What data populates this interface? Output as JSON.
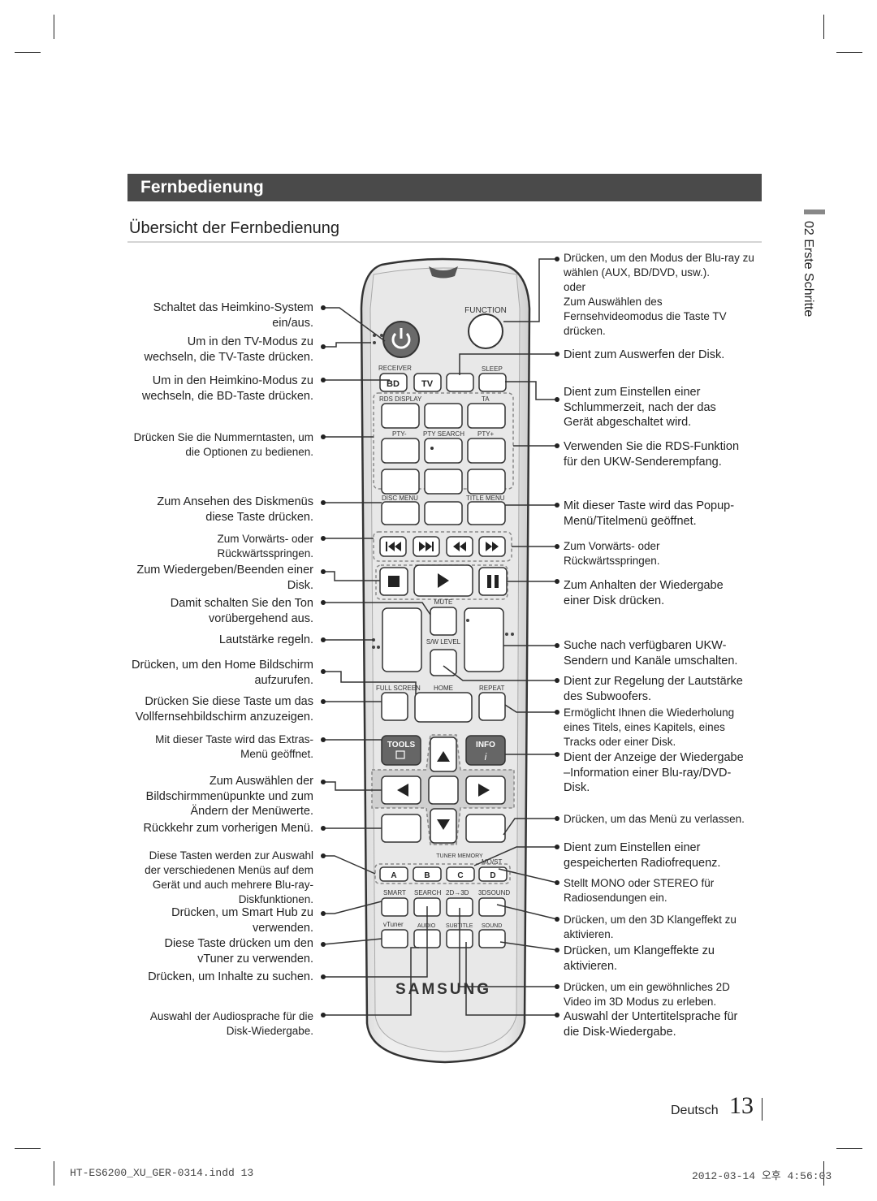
{
  "section_title": "Fernbedienung",
  "subsection_title": "Übersicht der Fernbedienung",
  "chapter_label": "02  Erste Schritte",
  "footer": {
    "language": "Deutsch",
    "page": "13"
  },
  "slug": {
    "file": "HT-ES6200_XU_GER-0314.indd   13",
    "date": "2012-03-14   오후 4:56:03"
  },
  "remote": {
    "brand": "SAMSUNG",
    "labels": {
      "function": "FUNCTION",
      "receiver": "RECEIVER",
      "sleep": "SLEEP",
      "bd": "BD",
      "tv": "TV",
      "rds_display": "RDS DISPLAY",
      "ta": "TA",
      "pty_minus": "PTY-",
      "pty_search": "PTY SEARCH",
      "pty_plus": "PTY+",
      "disc_menu": "DISC MENU",
      "title_menu": "TITLE MENU",
      "mute": "MUTE",
      "sw_level": "S/W LEVEL",
      "full_screen": "FULL SCREEN",
      "home": "HOME",
      "repeat": "REPEAT",
      "tools": "TOOLS",
      "info": "INFO",
      "tuner_memory": "TUNER\nMEMORY",
      "mo_st": "MO/ST",
      "a": "A",
      "b": "B",
      "c": "C",
      "d": "D",
      "smart": "SMART",
      "search": "SEARCH",
      "2d3d": "2D→3D",
      "3dsound": "3DSOUND",
      "vtuner": "vTuner",
      "audio": "AUDIO",
      "subtitle": "SUBTITLE",
      "sound": "SOUND"
    }
  },
  "left_callouts": [
    "Schaltet das Heimkino-System\nein/aus.",
    "Um in den TV-Modus zu\nwechseln, die TV-Taste drücken.",
    "Um in den Heimkino-Modus zu\nwechseln, die BD-Taste drücken.",
    "Drücken Sie die Nummerntasten, um\ndie Optionen zu bedienen.",
    "Zum Ansehen des Diskmenüs\ndiese Taste drücken.",
    "Zum Vorwärts- oder\nRückwärtsspringen.",
    "Zum Wiedergeben/Beenden einer\nDisk.",
    "Damit schalten Sie den Ton\nvorübergehend aus.",
    "Lautstärke regeln.",
    "Drücken, um den Home Bildschirm\naufzurufen.",
    "Drücken Sie diese Taste um das\nVollfernsehbildschirm anzuzeigen.",
    "Mit dieser Taste wird das Extras-\nMenü geöffnet.",
    "Zum Auswählen der\nBildschirmmenüpunkte und zum\nÄndern der Menüwerte.",
    "Rückkehr zum vorherigen Menü.",
    "Diese Tasten werden zur Auswahl\nder verschiedenen Menüs auf dem\nGerät und auch mehrere Blu-ray-\nDiskfunktionen.",
    "Drücken, um Smart Hub zu\nverwenden.",
    "Diese Taste drücken um den\nvTuner zu verwenden.",
    "Drücken, um Inhalte zu suchen.",
    "Auswahl der Audiosprache für die\nDisk-Wiedergabe."
  ],
  "right_callouts": [
    "Drücken, um den Modus der Blu-ray zu\nwählen (AUX, BD/DVD, usw.).\noder\nZum Auswählen des\nFernsehvideomodus die Taste TV\ndrücken.",
    "Dient zum Auswerfen der Disk.",
    "Dient zum Einstellen einer\nSchlummerzeit, nach der das\nGerät abgeschaltet wird.",
    "Verwenden Sie die RDS-Funktion\nfür den UKW-Senderempfang.",
    "Mit dieser Taste wird das Popup-\nMenü/Titelmenü geöffnet.",
    "Zum Vorwärts- oder\nRückwärtsspringen.",
    "Zum Anhalten der Wiedergabe\neiner Disk drücken.",
    "Suche nach verfügbaren UKW-\nSendern und Kanäle umschalten.",
    "Dient zur Regelung der Lautstärke\ndes Subwoofers.",
    "Ermöglicht Ihnen die Wiederholung\neines Titels, eines Kapitels, eines\nTracks oder einer Disk.",
    "Dient der Anzeige der Wiedergabe\n–Information einer Blu-ray/DVD-\nDisk.",
    "Drücken, um das Menü zu verlassen.",
    "Dient zum Einstellen einer\ngespeicherten Radiofrequenz.",
    "Stellt MONO oder STEREO für\nRadiosendungen ein.",
    "Drücken, um den 3D Klangeffekt zu\naktivieren.",
    "Drücken, um Klangeffekte zu\naktivieren.",
    "Drücken, um ein gewöhnliches 2D\nVideo im 3D Modus zu erleben.",
    "Auswahl der Untertitelsprache für\ndie Disk-Wiedergabe."
  ]
}
